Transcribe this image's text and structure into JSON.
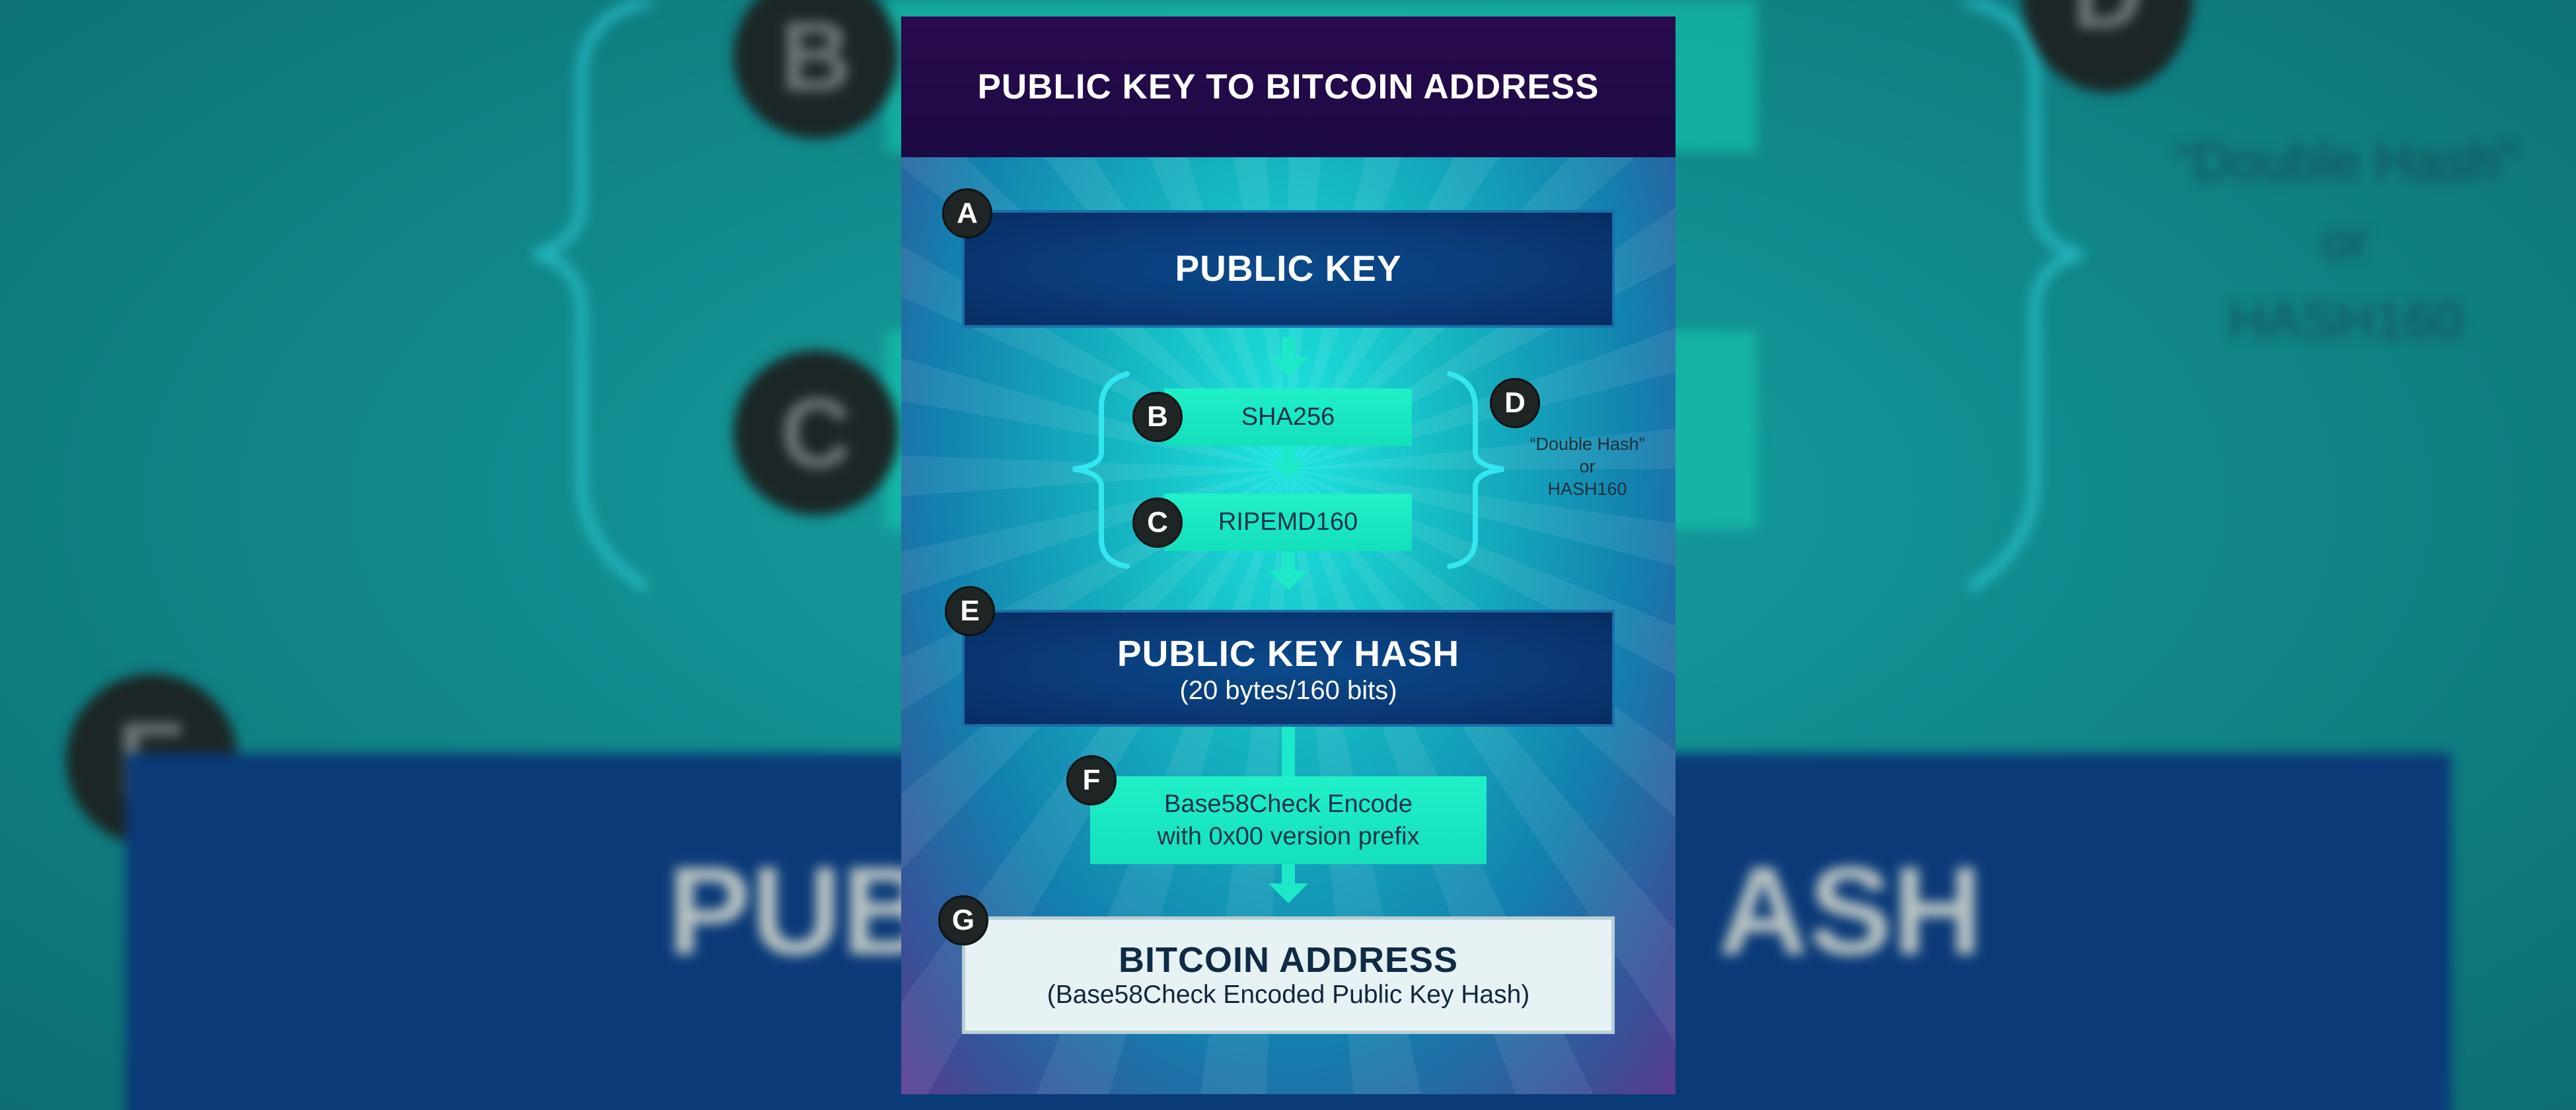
{
  "diagram": {
    "title": "PUBLIC KEY TO BITCOIN ADDRESS",
    "steps": {
      "a": {
        "badge": "A",
        "title": "PUBLIC KEY"
      },
      "b": {
        "badge": "B",
        "label": "SHA256"
      },
      "c": {
        "badge": "C",
        "label": "RIPEMD160"
      },
      "d": {
        "badge": "D",
        "note_line1": "“Double Hash”",
        "note_line2": "or",
        "note_line3": "HASH160"
      },
      "e": {
        "badge": "E",
        "title": "PUBLIC KEY HASH",
        "subtitle": "(20 bytes/160 bits)"
      },
      "f": {
        "badge": "F",
        "line1": "Base58Check Encode",
        "line2": "with 0x00 version prefix"
      },
      "g": {
        "badge": "G",
        "title": "BITCOIN ADDRESS",
        "subtitle": "(Base58Check Encoded Public Key Hash)"
      }
    }
  },
  "colors": {
    "header": "#1b0a44",
    "dark_box": "#0a3a78",
    "green_box": "#1ae8c2",
    "arrow": "#1de8c8",
    "brace": "#33e6f0",
    "badge": "#1f2424",
    "white_box": "#e6f2f4"
  }
}
